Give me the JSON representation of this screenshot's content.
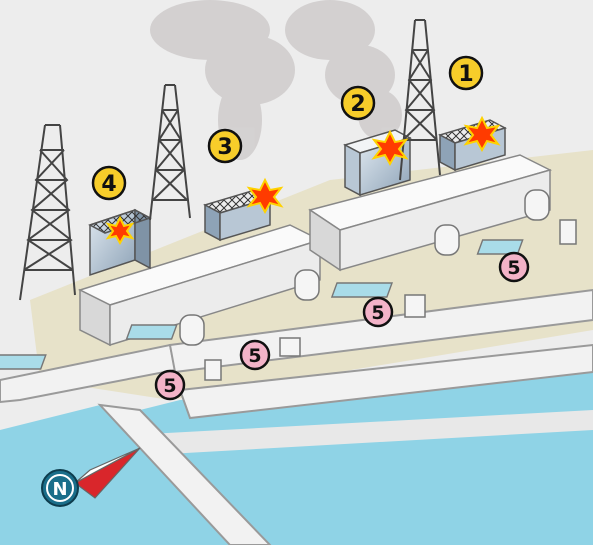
{
  "markers": {
    "unit_1": "1",
    "unit_2": "2",
    "unit_3": "3",
    "unit_4": "4",
    "pool": "5"
  },
  "compass": {
    "letter": "N"
  },
  "colors": {
    "unit_marker": "#f7cd2a",
    "pool_marker": "#f3b3c8",
    "sea": "#8fd3e6",
    "ground": "#e9e4cc",
    "explosion": "#ff3b00",
    "compass": "#1a6e8a"
  }
}
